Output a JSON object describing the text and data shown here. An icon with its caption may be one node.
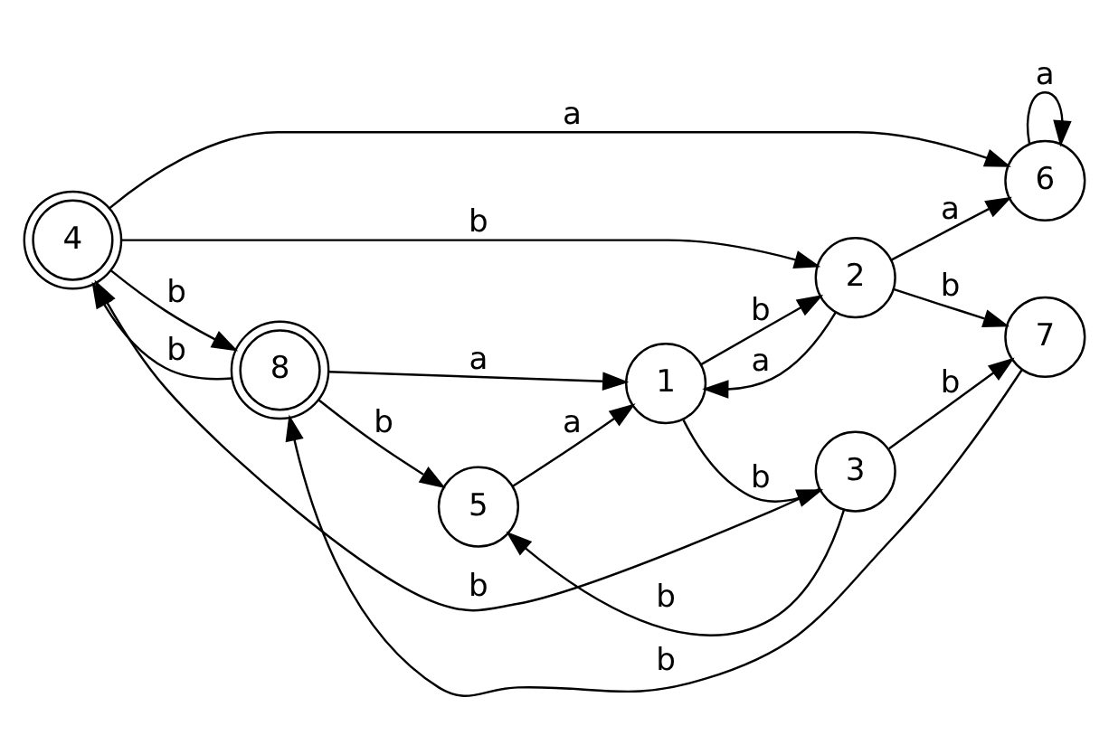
{
  "diagram": {
    "nodes": [
      {
        "text": [
          "4"
        ]
      },
      {
        "text": [
          "8"
        ]
      },
      {
        "text": [
          "5"
        ]
      },
      {
        "text": [
          "1"
        ]
      },
      {
        "text": [
          "2"
        ]
      },
      {
        "text": [
          "3"
        ]
      },
      {
        "text": [
          "6"
        ]
      },
      {
        "text": [
          "7"
        ]
      }
    ],
    "edges": [
      {
        "from": 0,
        "to": 6,
        "arrow": "to",
        "label": "a"
      },
      {
        "from": 0,
        "to": 4,
        "arrow": "to",
        "label": "b"
      },
      {
        "from": 0,
        "to": 1,
        "arrow": "to",
        "label": "b"
      },
      {
        "from": 1,
        "to": 0,
        "arrow": "to",
        "label": "b"
      },
      {
        "from": 1,
        "to": 3,
        "arrow": "to",
        "label": "a"
      },
      {
        "from": 1,
        "to": 2,
        "arrow": "to",
        "label": "b"
      },
      {
        "from": 2,
        "to": 3,
        "arrow": "to",
        "label": "a"
      },
      {
        "from": 3,
        "to": 4,
        "arrow": "to",
        "label": "b"
      },
      {
        "from": 3,
        "to": 5,
        "arrow": "to",
        "label": "b"
      },
      {
        "from": 4,
        "to": 3,
        "arrow": "to",
        "label": "a"
      },
      {
        "from": 4,
        "to": 6,
        "arrow": "to",
        "label": "a"
      },
      {
        "from": 4,
        "to": 7,
        "arrow": "to",
        "label": "b"
      },
      {
        "from": 5,
        "to": 2,
        "arrow": "to",
        "label": "b"
      },
      {
        "from": 5,
        "to": 7,
        "arrow": "to",
        "label": "b"
      },
      {
        "from": 5,
        "to": 0,
        "arrow": "to",
        "label": "b"
      },
      {
        "from": 6,
        "to": 6,
        "arrow": "to",
        "label": "a"
      },
      {
        "from": 7,
        "to": 1,
        "arrow": "to",
        "label": "b"
      }
    ]
  }
}
